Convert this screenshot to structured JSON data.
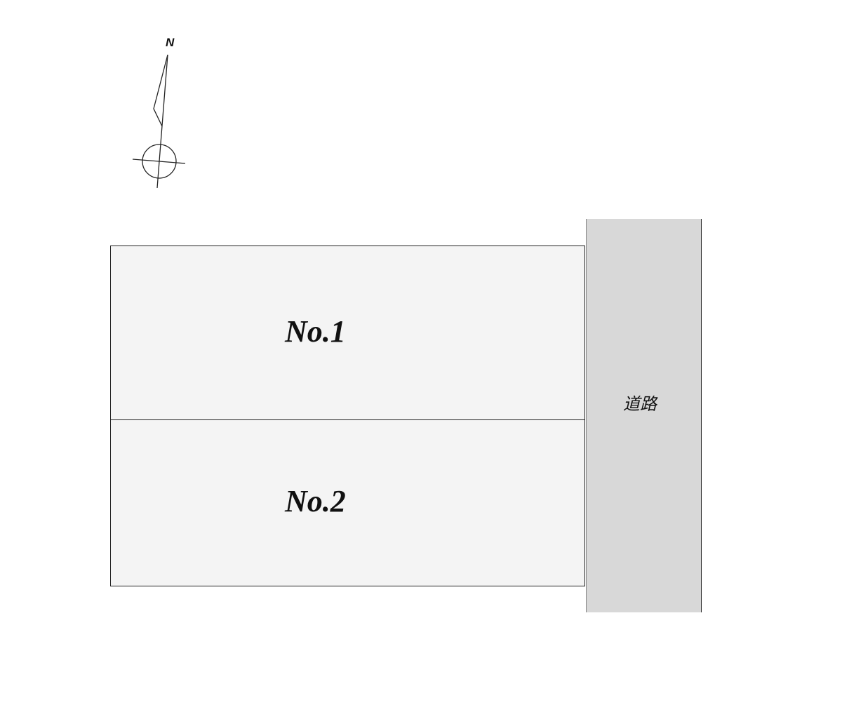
{
  "compass": {
    "north_label": "N"
  },
  "lots": [
    {
      "label": "No.1"
    },
    {
      "label": "No.2"
    }
  ],
  "road": {
    "label": "道路"
  },
  "colors": {
    "lot_fill": "#f4f4f4",
    "road_fill": "#d8d8d8",
    "line": "#222222"
  }
}
